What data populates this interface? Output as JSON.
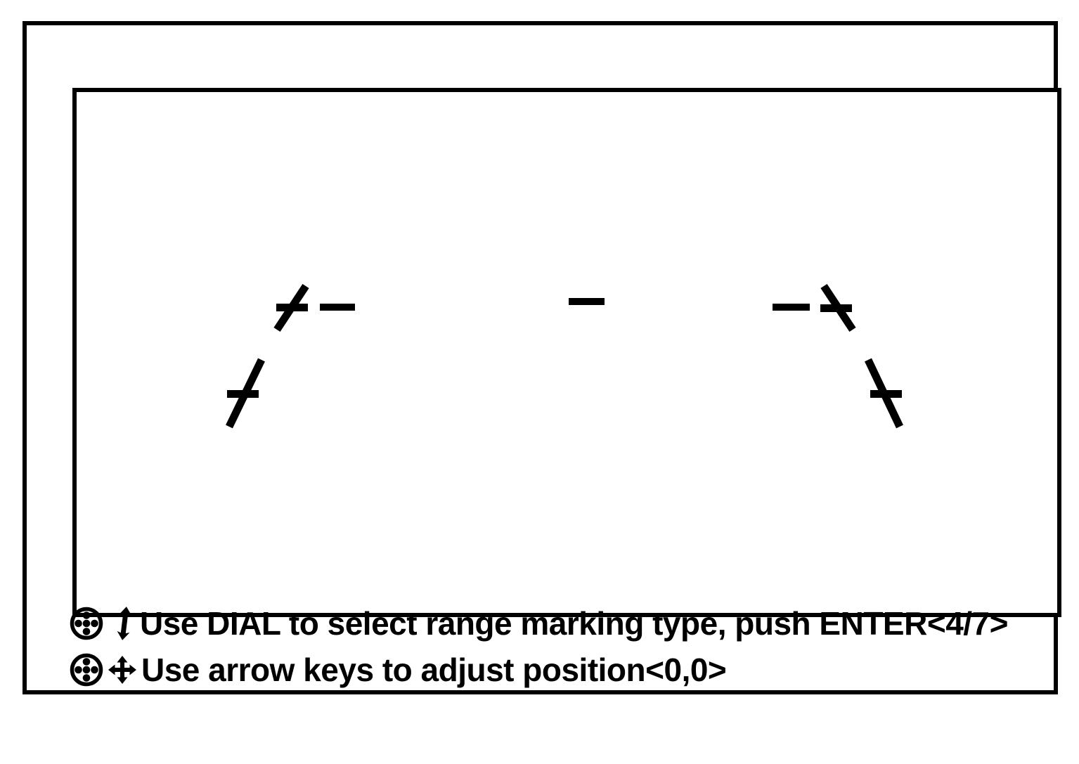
{
  "colors": {
    "background": "#ffffff",
    "foreground": "#000000"
  },
  "display": {
    "name": "range-marking-preview",
    "marks": [
      {
        "name": "upper-left-tick",
        "type": "diagonal-with-crossbar"
      },
      {
        "name": "upper-left-dash",
        "type": "dash"
      },
      {
        "name": "center-dash",
        "type": "dash"
      },
      {
        "name": "upper-right-dash",
        "type": "dash"
      },
      {
        "name": "upper-right-tick",
        "type": "diagonal-with-crossbar"
      },
      {
        "name": "lower-left-tick",
        "type": "diagonal-with-crossbar"
      },
      {
        "name": "lower-right-tick",
        "type": "diagonal-with-crossbar"
      }
    ]
  },
  "instructions": {
    "line1": {
      "icon1": "keypad-dial-icon",
      "icon2": "dial-rotate-icon",
      "label": "Use DIAL to select range marking type, push ENTER",
      "value": "<4/7>"
    },
    "line2": {
      "icon1": "keypad-dial-icon",
      "icon2": "arrow-keys-icon",
      "label": "Use arrow keys to adjust position",
      "value": "<0,0>"
    }
  }
}
